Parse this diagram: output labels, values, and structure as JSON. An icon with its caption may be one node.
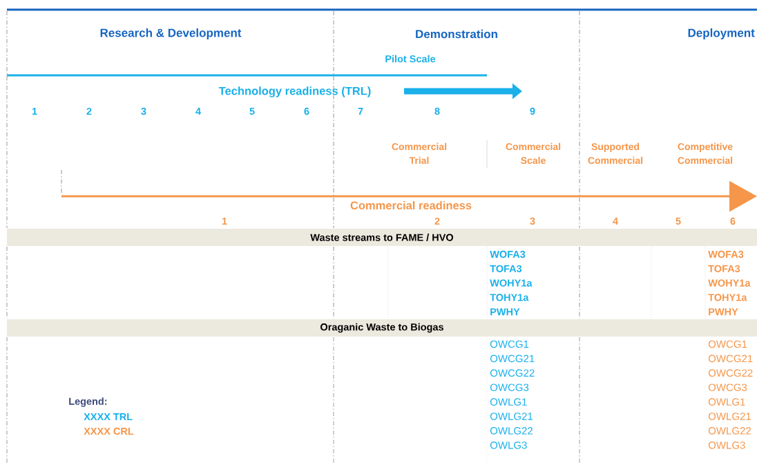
{
  "diagram": {
    "nodes": [
      {
        "text": [
          "Waste streams to FAME / HVO"
        ]
      },
      {
        "text": [
          "Oraganic Waste to Biogas"
        ]
      }
    ],
    "labels": [
      "Research & Development",
      "Demonstration",
      "Deployment",
      "Pilot Scale",
      "Technology readiness (TRL)",
      "1",
      "2",
      "3",
      "4",
      "5",
      "6",
      "7",
      "8",
      "9",
      "Commercial Trial",
      "Commercial Scale",
      "Supported Commercial",
      "Competitive Commercial",
      "Commercial readiness",
      "1",
      "2",
      "3",
      "4",
      "5",
      "6",
      "WOFA3",
      "WOFA3",
      "TOFA3",
      "TOFA3",
      "WOHY1a",
      "WOHY1a",
      "TOHY1a",
      "TOHY1a",
      "PWHY",
      "PWHY",
      "OWCG1",
      "OWCG1",
      "OWCG21",
      "OWCG21",
      "OWCG22",
      "OWCG22",
      "OWCG3",
      "OWCG3",
      "OWLG1",
      "OWLG1",
      "OWLG21",
      "OWLG21",
      "OWLG22",
      "OWLG22",
      "OWLG3",
      "OWLG3",
      "Legend:"
    ],
    "legend": [
      {
        "text": "XXXX TRL",
        "color": "#1ab0ea"
      },
      {
        "text": "XXXX CRL",
        "color": "#f5964a"
      }
    ]
  }
}
